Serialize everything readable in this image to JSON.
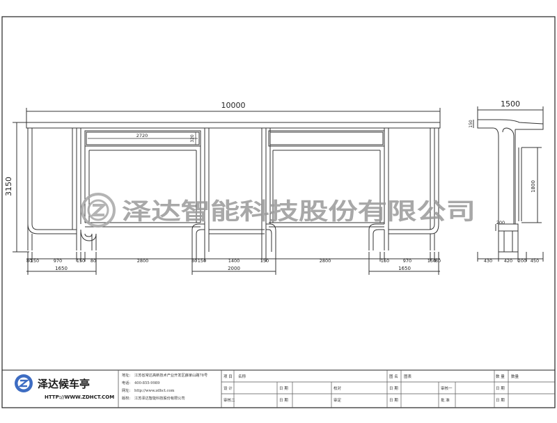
{
  "drawing": {
    "total_length": "10000",
    "total_height": "3150",
    "side_depth": "1500",
    "drawer_width": "2720",
    "drawer_height": "320",
    "bottom_dims": [
      "80",
      "150",
      "970",
      "150",
      "80",
      "2800",
      "80",
      "150",
      "1400",
      "150",
      "2800",
      "150",
      "970",
      "150",
      "80"
    ],
    "group_dims": [
      "1650",
      "2000",
      "1650"
    ],
    "side_dims": {
      "top_height": "150",
      "panel_height": "1800",
      "seat_height": "200",
      "bottom": [
        "430",
        "420",
        "200",
        "450"
      ]
    }
  },
  "watermark": {
    "company": "泽达智能科技股份有限公司"
  },
  "title_block": {
    "logo_brand": "泽达候车亭",
    "logo_url": "HTTP://WWW.ZDHCT.COM",
    "info_labels": [
      "地址:",
      "电话:",
      "网址:",
      "版权:"
    ],
    "info_values": [
      "江苏省常达高新技术产业开发区薛家山路78号",
      "400-855-9989",
      "http://www.zdhct.com",
      "江苏泽达智能科技股份有限公司"
    ],
    "row1": {
      "c1": "项 目",
      "c2": "名称",
      "c3": "图 名",
      "c4": "图表",
      "c5": "数 量",
      "c6": "数量"
    },
    "row2": {
      "c1": "设 计",
      "c2": "日 期",
      "c3": "校对",
      "c4": "日 期",
      "c5": "审核一",
      "c6": "日 期"
    },
    "row3": {
      "c1": "审核二",
      "c2": "日 期",
      "c3": "审定",
      "c4": "日 期",
      "c5": "批 准",
      "c6": "日 期"
    }
  }
}
